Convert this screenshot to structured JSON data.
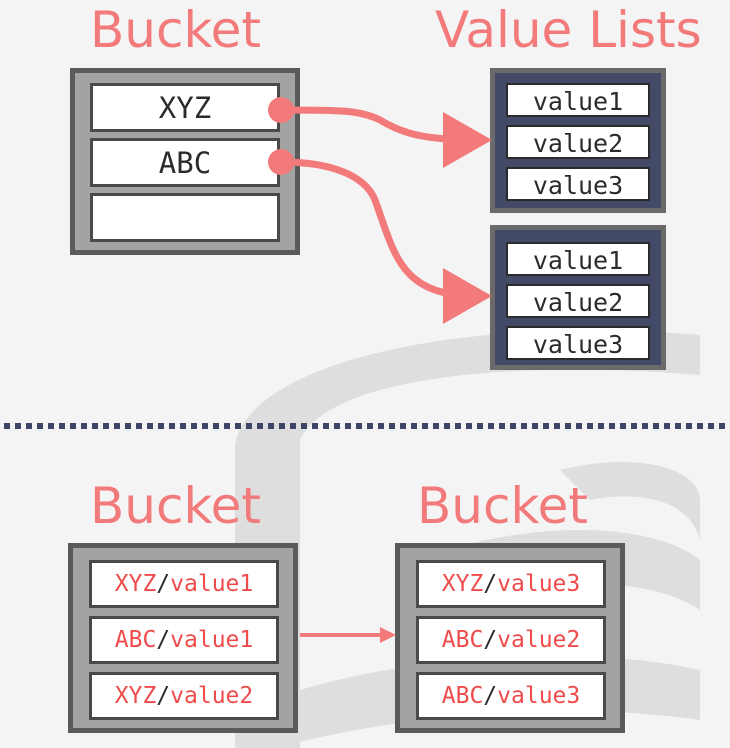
{
  "top": {
    "bucket_heading": "Bucket",
    "value_lists_heading": "Value Lists",
    "bucket_slots": [
      "XYZ",
      "ABC",
      ""
    ],
    "value_lists": [
      [
        "value1",
        "value2",
        "value3"
      ],
      [
        "value1",
        "value2",
        "value3"
      ]
    ]
  },
  "bottom": {
    "left_heading": "Bucket",
    "right_heading": "Bucket",
    "left_entries": [
      {
        "key": "XYZ",
        "sep": "/",
        "value": "value1"
      },
      {
        "key": "ABC",
        "sep": "/",
        "value": "value1"
      },
      {
        "key": "XYZ",
        "sep": "/",
        "value": "value2"
      }
    ],
    "right_entries": [
      {
        "key": "XYZ",
        "sep": "/",
        "value": "value3"
      },
      {
        "key": "ABC",
        "sep": "/",
        "value": "value2"
      },
      {
        "key": "ABC",
        "sep": "/",
        "value": "value3"
      }
    ]
  },
  "colors": {
    "accent": "#f27a7a",
    "key_text": "#f04b4b",
    "value_list_fill": "#434a67",
    "bucket_fill": "#a3a3a3",
    "divider": "#3d4466"
  }
}
